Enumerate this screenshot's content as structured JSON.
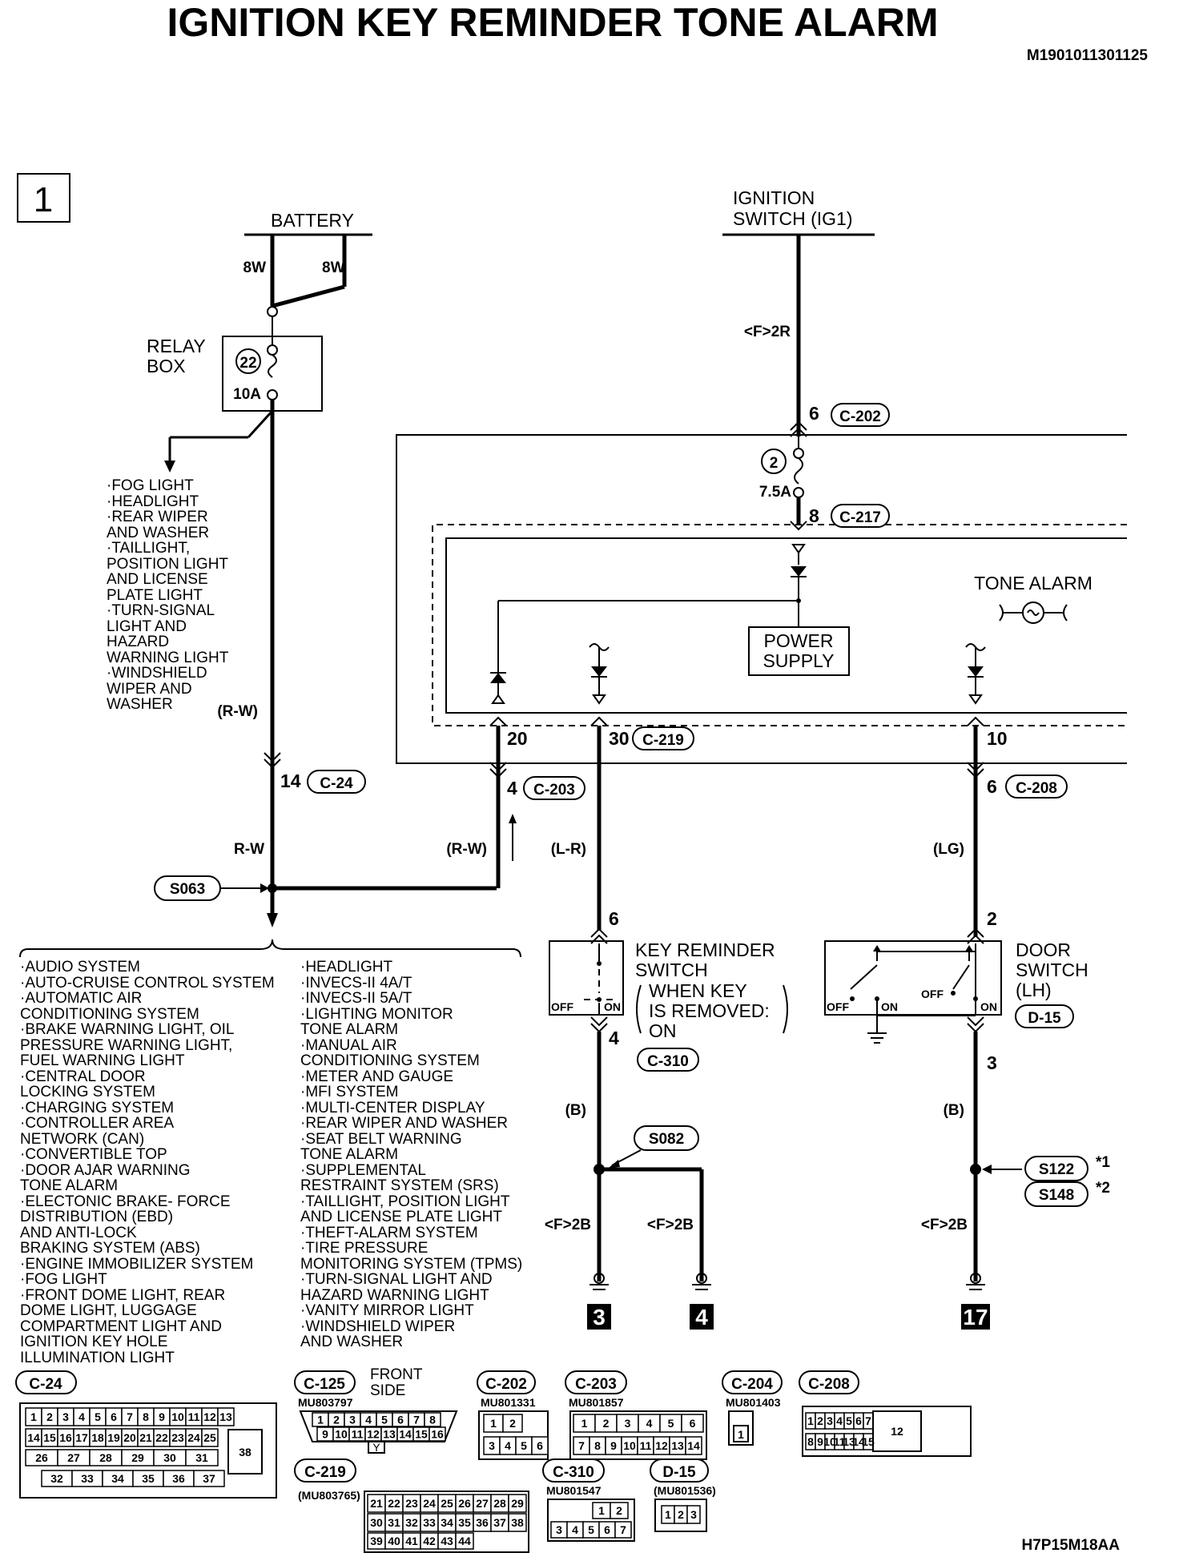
{
  "title": "IGNITION KEY REMINDER TONE ALARM",
  "doc_code": "M1901011301125",
  "figure_code": "H7P15M18AA",
  "sheet_number": "1",
  "battery": {
    "label": "BATTERY",
    "wire_left": "8W",
    "wire_right": "8W"
  },
  "relay_box": {
    "label_line1": "RELAY",
    "label_line2": "BOX",
    "fuse_number": "22",
    "fuse_rating": "10A"
  },
  "relay_branch_items": [
    "·FOG LIGHT",
    "·HEADLIGHT",
    "·REAR WIPER",
    " AND WASHER",
    "·TAILLIGHT,",
    " POSITION LIGHT",
    " AND LICENSE",
    " PLATE LIGHT",
    "·TURN-SIGNAL",
    " LIGHT AND",
    " HAZARD",
    " WARNING LIGHT",
    "·WINDSHIELD",
    " WIPER AND",
    " WASHER"
  ],
  "ignition_switch": {
    "line1": "IGNITION",
    "line2": "SWITCH (IG1)",
    "ref": "<F>2R"
  },
  "fuse_2": {
    "number": "2",
    "rating": "7.5A"
  },
  "tone_alarm": {
    "label": "TONE ALARM",
    "power_supply_line1": "POWER",
    "power_supply_line2": "SUPPLY"
  },
  "pins": {
    "c202_pin": "6",
    "c202": "C-202",
    "c217_pin": "8",
    "c217": "C-217",
    "pin20": "20",
    "c219_pin": "30",
    "c219": "C-219",
    "pin10": "10",
    "c24_pin": "14",
    "c24": "C-24",
    "c203_pin": "4",
    "c203": "C-203",
    "c208_pin": "6",
    "c208": "C-208",
    "key_in": "6",
    "key_out": "4",
    "door_in": "2",
    "door_out": "3"
  },
  "wire_colors": {
    "rw_paren": "(R-W)",
    "rw": "R-W",
    "rw_c203": "(R-W)",
    "lr": "(L-R)",
    "lg": "(LG)",
    "b_left": "(B)",
    "b_right": "(B)"
  },
  "splices": {
    "s063": "S063",
    "s082": "S082",
    "s122": "S122",
    "s148": "S148",
    "note1": "*1",
    "note2": "*2"
  },
  "key_reminder_switch": {
    "line1": "KEY REMINDER",
    "line2": "SWITCH",
    "cond1": "WHEN KEY",
    "cond2": "IS REMOVED:",
    "cond3": "ON",
    "off": "OFF",
    "on": "ON",
    "connector": "C-310"
  },
  "door_switch": {
    "line1": "DOOR",
    "line2": "SWITCH",
    "line3": "(LH)",
    "connector": "D-15",
    "off1": "OFF",
    "on1": "ON",
    "off2": "OFF",
    "on2": "ON"
  },
  "grounds": {
    "ref1": "<F>2B",
    "ref2": "<F>2B",
    "ref3": "<F>2B",
    "num1": "3",
    "num2": "4",
    "num3": "17"
  },
  "systems_left": [
    "·AUDIO SYSTEM",
    "·AUTO-CRUISE CONTROL SYSTEM",
    "·AUTOMATIC AIR",
    " CONDITIONING SYSTEM",
    "·BRAKE WARNING LIGHT, OIL",
    " PRESSURE WARNING LIGHT,",
    " FUEL WARNING LIGHT",
    "·CENTRAL DOOR",
    " LOCKING SYSTEM",
    "·CHARGING SYSTEM",
    "·CONTROLLER AREA",
    " NETWORK (CAN)",
    "·CONVERTIBLE TOP",
    "·DOOR AJAR WARNING",
    " TONE ALARM",
    "·ELECTONIC BRAKE- FORCE",
    " DISTRIBUTION (EBD)",
    " AND ANTI-LOCK",
    " BRAKING SYSTEM (ABS)",
    "·ENGINE IMMOBILIZER SYSTEM",
    "·FOG LIGHT",
    "·FRONT DOME LIGHT, REAR",
    " DOME LIGHT, LUGGAGE",
    " COMPARTMENT LIGHT AND",
    " IGNITION KEY HOLE",
    " ILLUMINATION LIGHT"
  ],
  "systems_right": [
    "·HEADLIGHT",
    "·INVECS-II 4A/T",
    "·INVECS-II 5A/T",
    "·LIGHTING MONITOR",
    " TONE ALARM",
    "·MANUAL AIR",
    " CONDITIONING SYSTEM",
    "·METER AND GAUGE",
    "·MFI SYSTEM",
    "·MULTI-CENTER DISPLAY",
    "·REAR WIPER AND WASHER",
    "·SEAT BELT WARNING",
    " TONE ALARM",
    "·SUPPLEMENTAL",
    " RESTRAINT SYSTEM (SRS)",
    "·TAILLIGHT, POSITION LIGHT",
    " AND LICENSE PLATE LIGHT",
    "·THEFT-ALARM SYSTEM",
    "·TIRE PRESSURE",
    " MONITORING SYSTEM (TPMS)",
    "·TURN-SIGNAL LIGHT AND",
    " HAZARD WARNING LIGHT",
    "·VANITY MIRROR LIGHT",
    "·WINDSHIELD WIPER",
    " AND WASHER"
  ],
  "connectors": {
    "c24": {
      "name": "C-24",
      "row1": [
        "1",
        "2",
        "3",
        "4",
        "5",
        "6",
        "7",
        "8",
        "9",
        "10",
        "11",
        "12",
        "13"
      ],
      "row2": [
        "14",
        "15",
        "16",
        "17",
        "18",
        "19",
        "20",
        "21",
        "22",
        "23",
        "24",
        "25"
      ],
      "row3": [
        "26",
        "27",
        "28",
        "29",
        "30",
        "31"
      ],
      "row4": [
        "32",
        "33",
        "34",
        "35",
        "36",
        "37"
      ],
      "big": "38"
    },
    "c125": {
      "name": "C-125",
      "part": "MU803797",
      "side_line1": "FRONT",
      "side_line2": "SIDE",
      "row1": [
        "1",
        "2",
        "3",
        "4",
        "5",
        "6",
        "7",
        "8"
      ],
      "row2": [
        "9",
        "10",
        "11",
        "12",
        "13",
        "14",
        "15",
        "16"
      ],
      "key": "Y"
    },
    "c202": {
      "name": "C-202",
      "part": "MU801331",
      "row1": [
        "1",
        "2"
      ],
      "row2": [
        "3",
        "4",
        "5",
        "6"
      ]
    },
    "c203": {
      "name": "C-203",
      "part": "MU801857",
      "row1": [
        "1",
        "2",
        "3",
        "4",
        "5",
        "6"
      ],
      "row2": [
        "7",
        "8",
        "9",
        "10",
        "11",
        "12",
        "13",
        "14"
      ]
    },
    "c204": {
      "name": "C-204",
      "part": "MU801403",
      "pin": "1"
    },
    "c208": {
      "name": "C-208",
      "row1": [
        "1",
        "2",
        "3",
        "4",
        "5",
        "6",
        "7"
      ],
      "row2": [
        "8",
        "9",
        "10",
        "11",
        "13",
        "14",
        "15"
      ],
      "big": "12"
    },
    "c219": {
      "name": "C-219",
      "part": "(MU803765)",
      "row1": [
        "21",
        "22",
        "23",
        "24",
        "25",
        "26",
        "27",
        "28",
        "29"
      ],
      "row2": [
        "30",
        "31",
        "32",
        "33",
        "34",
        "35",
        "36",
        "37",
        "38"
      ],
      "row3": [
        "39",
        "40",
        "41",
        "42",
        "43",
        "44"
      ]
    },
    "c310": {
      "name": "C-310",
      "part": "MU801547",
      "row1": [
        "1",
        "2"
      ],
      "row2": [
        "3",
        "4",
        "5",
        "6",
        "7"
      ]
    },
    "d15": {
      "name": "D-15",
      "part": "(MU801536)",
      "row1": [
        "1",
        "2",
        "3"
      ]
    }
  }
}
